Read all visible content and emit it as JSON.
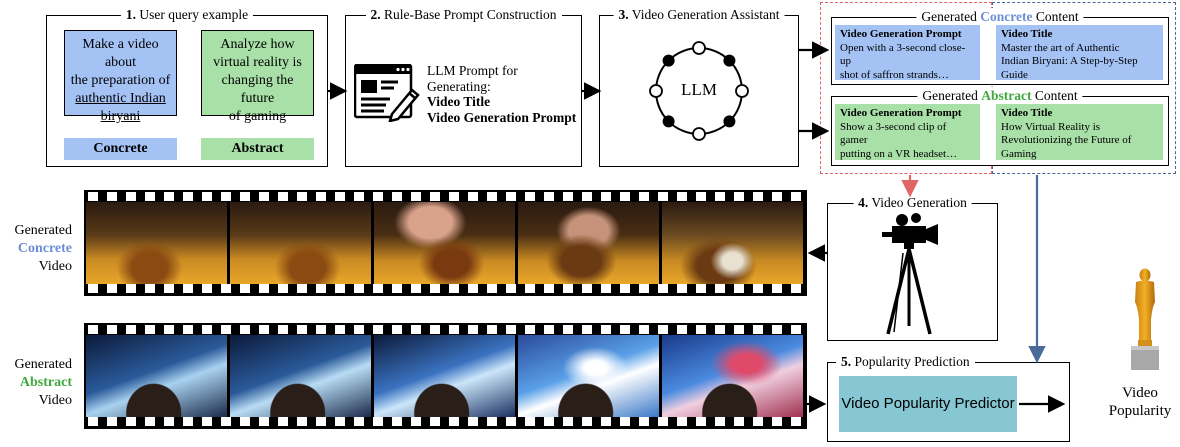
{
  "panel1": {
    "num": "1.",
    "title": "User query example",
    "concrete_query": [
      "Make a video about",
      "the preparation of",
      "authentic Indian",
      "biryani"
    ],
    "abstract_query": [
      "Analyze how",
      "virtual reality is",
      "changing the future",
      "of gaming"
    ],
    "concrete_tag": "Concrete",
    "abstract_tag": "Abstract"
  },
  "panel2": {
    "num": "2.",
    "title": "Rule-Base Prompt Construction",
    "text_line1": "LLM Prompt for",
    "text_line2": "Generating:",
    "item1": "Video Title",
    "item2": "Video Generation Prompt",
    "icon": "document-pen-icon"
  },
  "panel3": {
    "num": "3.",
    "title": "Video Generation Assistant",
    "center": "LLM",
    "icon": "llm-node-ring-icon"
  },
  "concrete_content": {
    "prefix": "Generated",
    "highlight": "Concrete",
    "suffix": "Content",
    "prompt_head": "Video Generation Prompt",
    "prompt_text": [
      "Open with a 3-second close-up",
      "shot of saffron strands…"
    ],
    "title_head": "Video Title",
    "title_text": [
      "Master the art of Authentic",
      "Indian Biryani: A Step-by-Step",
      "Guide"
    ]
  },
  "abstract_content": {
    "prefix": "Generated",
    "highlight": "Abstract",
    "suffix": "Content",
    "prompt_head": "Video Generation Prompt",
    "prompt_text": [
      "Show a 3-second clip of gamer",
      "putting on a VR headset…"
    ],
    "title_head": "Video Title",
    "title_text": [
      "How Virtual Reality is",
      "Revolutionizing the Future of",
      "Gaming"
    ]
  },
  "panel4": {
    "num": "4.",
    "title": "Video Generation",
    "icon": "movie-camera-tripod-icon"
  },
  "panel5": {
    "num": "5.",
    "title": "Popularity Prediction",
    "predictor": "Video Popularity Predictor"
  },
  "concrete_video_label": {
    "line1": "Generated",
    "line2": "Concrete",
    "line3": "Video"
  },
  "abstract_video_label": {
    "line1": "Generated",
    "line2": "Abstract",
    "line3": "Video"
  },
  "output": {
    "line1": "Video",
    "line2": "Popularity",
    "icon": "trophy-statue-icon"
  },
  "colors": {
    "concrete_blue": "#a4c2f4",
    "concrete_text": "#6d8fd6",
    "abstract_green": "#a8e0a8",
    "abstract_text": "#3fa83f",
    "predictor_bg": "#86c7d3",
    "red_dashed": "#e06666",
    "blue_dashed": "#4a6a9a"
  }
}
